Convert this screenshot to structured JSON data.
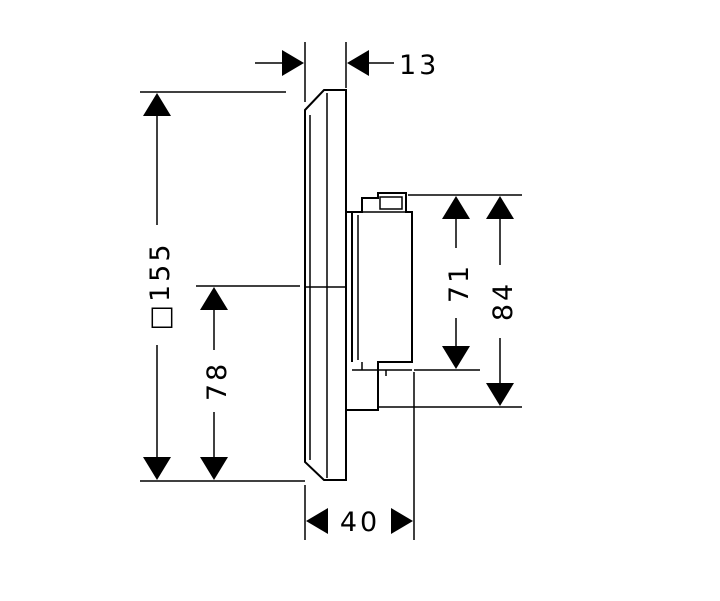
{
  "dimensions": {
    "outer_square": "□155",
    "center_height": "78",
    "depth_front": "13",
    "body_depth": "40",
    "body_height_inner": "71",
    "body_height_outer": "84"
  },
  "colors": {
    "line": "#000000",
    "background": "#ffffff"
  }
}
